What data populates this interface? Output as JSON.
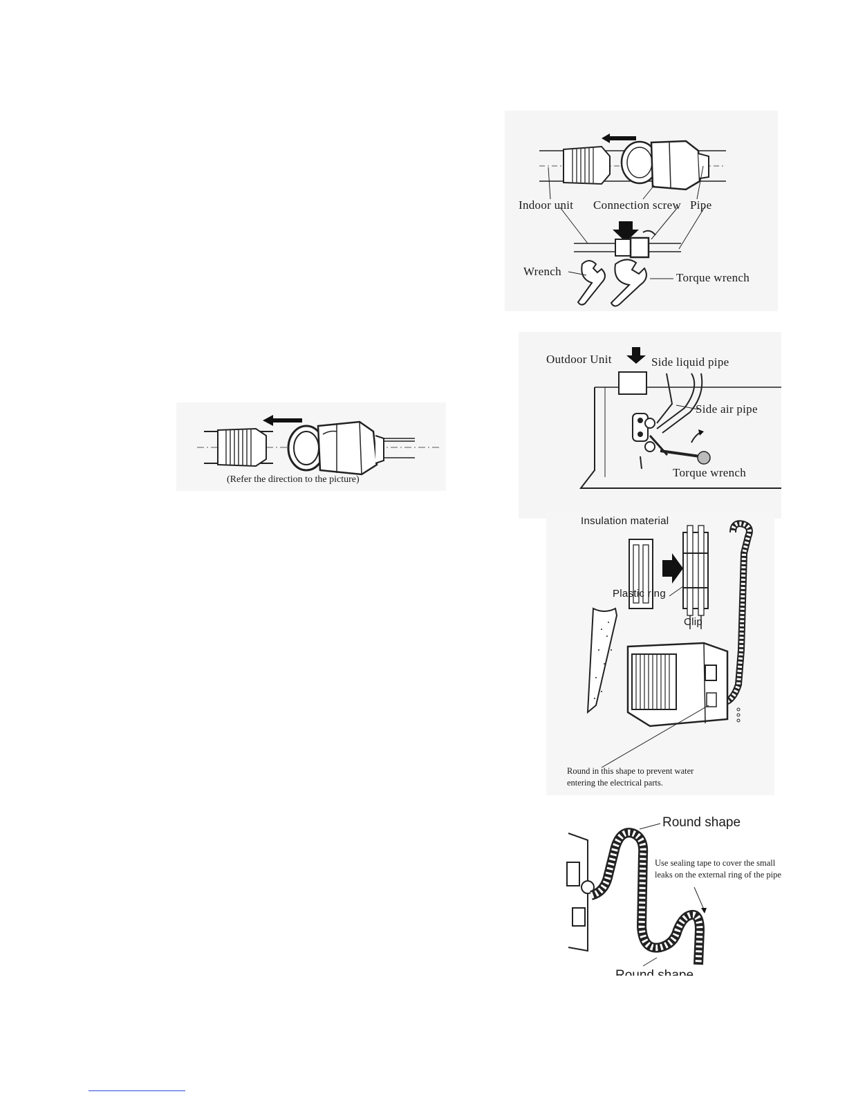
{
  "fig_connection": {
    "indoor_unit": "Indoor unit",
    "connection_screw": "Connection screw",
    "pipe": "Pipe",
    "wrench": "Wrench",
    "torque_wrench": "Torque wrench"
  },
  "fig_outdoor": {
    "outdoor_unit": "Outdoor Unit",
    "side_liquid_pipe": "Side liquid pipe",
    "side_air_pipe": "Side air pipe",
    "torque_wrench": "Torque wrench"
  },
  "fig_insulation": {
    "insulation_material": "Insulation material",
    "plastic_ring": "Plastic ring",
    "clip": "Clip",
    "round_note_line1": "Round in this shape to prevent water",
    "round_note_line2": "entering the electrical parts."
  },
  "fig_sealing": {
    "round_shape_top": "Round shape",
    "sealing_line1": "Use sealing tape to cover the small",
    "sealing_line2": "leaks on the external ring of the pipe",
    "round_shape_bottom": "Round shape"
  },
  "fig_direction": {
    "caption": "(Refer the direction to the picture)"
  }
}
